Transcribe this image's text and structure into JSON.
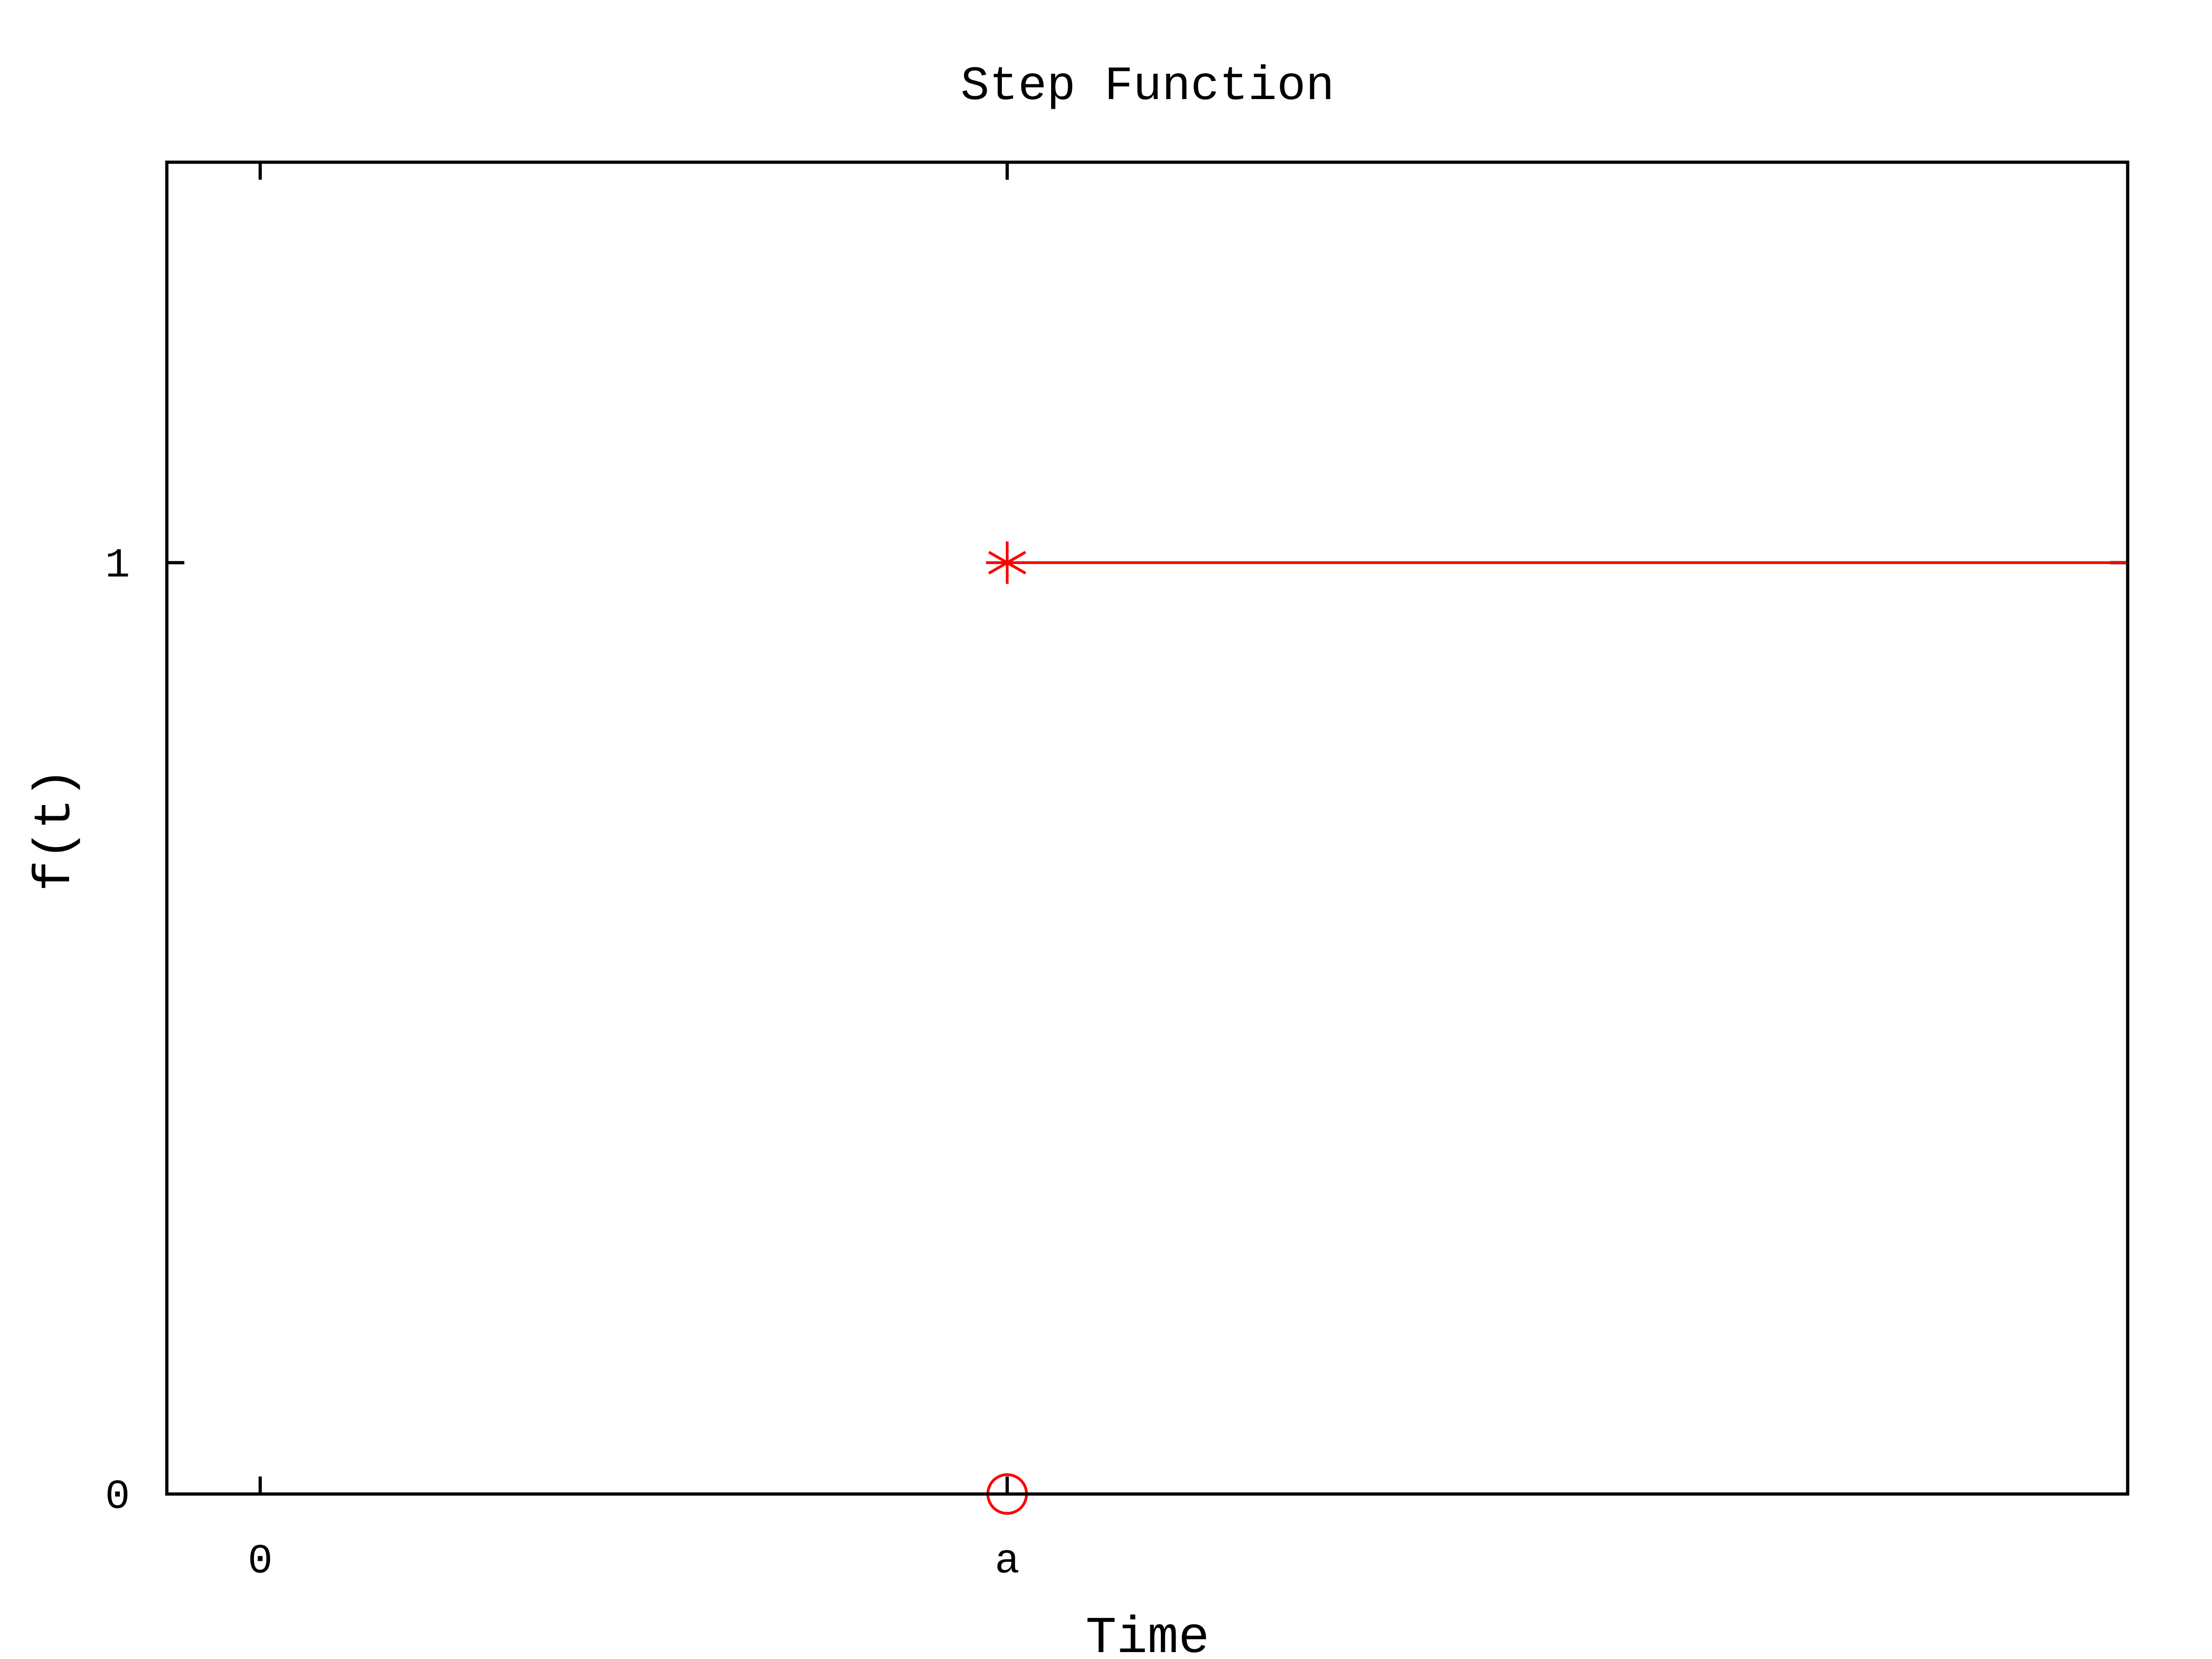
{
  "chart_data": {
    "type": "line",
    "title": "Step Function",
    "xlabel": "Time",
    "ylabel": "f(t)",
    "x_ticks": [
      {
        "value": 0,
        "label": "0"
      },
      {
        "value": 1,
        "label": "a"
      }
    ],
    "y_ticks": [
      {
        "value": 0,
        "label": "0"
      },
      {
        "value": 1,
        "label": "1"
      }
    ],
    "xlim": [
      -0.125,
      2.5
    ],
    "ylim": [
      0,
      1.43
    ],
    "grid": false,
    "series": [
      {
        "color": "#ff0000",
        "segments": [
          {
            "x": [
              -0.125,
              1
            ],
            "y": [
              0,
              0
            ]
          },
          {
            "x": [
              1,
              2.5
            ],
            "y": [
              1,
              1
            ]
          }
        ],
        "markers": [
          {
            "x": 1,
            "y": 0,
            "shape": "open-circle"
          },
          {
            "x": 1,
            "y": 1,
            "shape": "asterisk"
          }
        ]
      }
    ]
  }
}
